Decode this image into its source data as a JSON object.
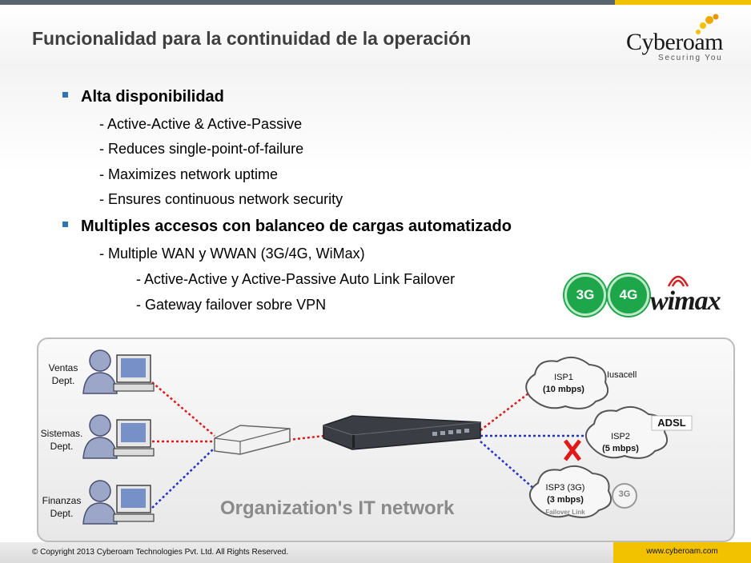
{
  "header": {
    "title": "Funcionalidad para la continuidad de la operación",
    "logo_text": "Cyberoam",
    "logo_tagline": "Securing You"
  },
  "bullets": [
    {
      "label": "Alta disponibilidad",
      "items": [
        "- Active-Active & Active-Passive",
        "- Reduces single-point-of-failure",
        "- Maximizes network uptime",
        "- Ensures continuous network security"
      ]
    },
    {
      "label": "Multiples accesos con balanceo de cargas automatizado",
      "items": [
        "- Multiple WAN y WWAN (3G/4G, WiMax)"
      ],
      "subitems": [
        "- Active-Active y Active-Passive Auto Link Failover",
        "- Gateway failover sobre VPN"
      ]
    }
  ],
  "badges": {
    "b3g": "3G",
    "b4g": "4G",
    "wimax": "wimax"
  },
  "diagram": {
    "departments": [
      {
        "line1": "Ventas",
        "line2": "Dept."
      },
      {
        "line1": "Sistemas.",
        "line2": "Dept."
      },
      {
        "line1": "Finanzas",
        "line2": "Dept."
      }
    ],
    "isps": [
      {
        "name": "ISP1",
        "speed": "(10 mbps)",
        "provider": "Iusacell"
      },
      {
        "name": "ISP2",
        "speed": "(5 mbps)",
        "provider": "ADSL"
      },
      {
        "name": "ISP3 (3G)",
        "speed": "(3 mbps)",
        "note": "Failover Link",
        "provider": "3G"
      }
    ],
    "network_label": "Organization's IT network",
    "line_colors": {
      "red": "#e01818",
      "blue": "#2432c8",
      "failed": "#e01818"
    }
  },
  "footer": {
    "copyright": "© Copyright 2013 Cyberoam Technologies Pvt. Ltd. All Rights Reserved.",
    "website": "www.cyberoam.com"
  }
}
